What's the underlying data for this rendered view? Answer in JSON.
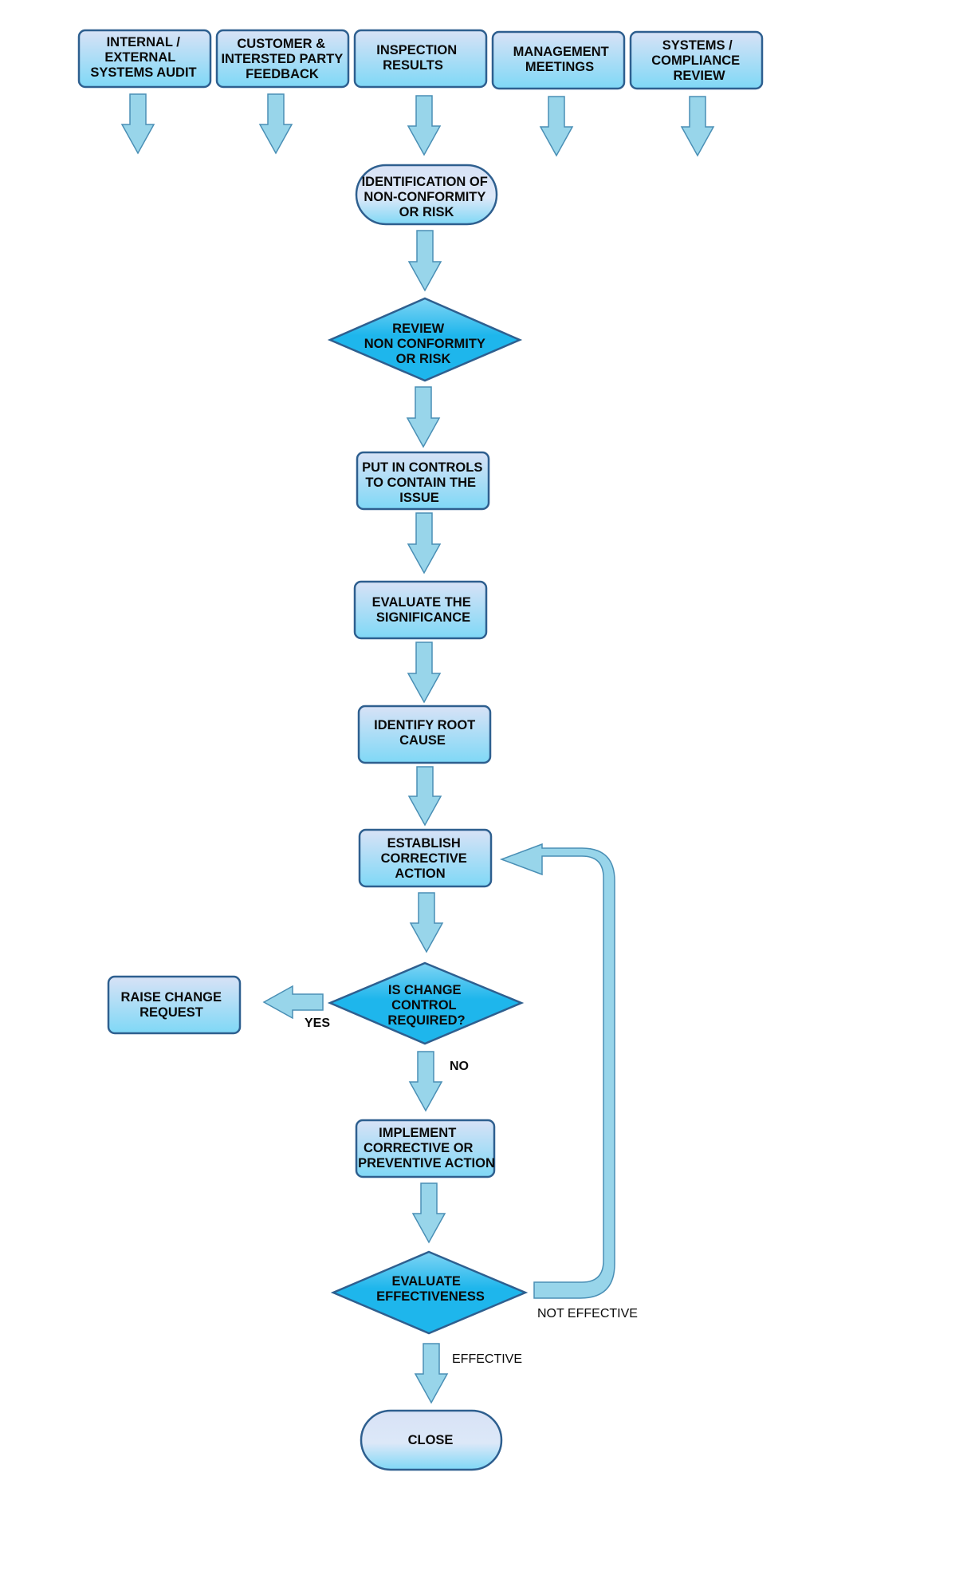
{
  "colors": {
    "node_fill_top": "#d8e2f6",
    "node_fill_bottom": "#7fd8f6",
    "node_stroke": "#2e5f8f",
    "decision_fill": "#1eb6ec",
    "decision_fill_light": "#7fd4f4",
    "arrow_fill": "#98d5ea",
    "arrow_stroke": "#4a8fb5",
    "text": "#0a0a0a"
  },
  "inputs": [
    {
      "lines": [
        "INTERNAL /",
        "EXTERNAL",
        "SYSTEMS AUDIT"
      ]
    },
    {
      "lines": [
        "CUSTOMER &",
        "INTERSTED PARTY",
        "FEEDBACK"
      ]
    },
    {
      "lines": [
        "INSPECTION",
        "RESULTS"
      ]
    },
    {
      "lines": [
        "MANAGEMENT",
        "MEETINGS"
      ]
    },
    {
      "lines": [
        "SYSTEMS /",
        "COMPLIANCE",
        "REVIEW"
      ]
    }
  ],
  "steps": {
    "identify": {
      "lines": [
        "IDENTIFICATION OF",
        "NON-CONFORMITY",
        "OR RISK"
      ]
    },
    "review": {
      "lines": [
        "REVIEW",
        "NON CONFORMITY",
        "OR RISK"
      ]
    },
    "controls": {
      "lines": [
        "PUT IN CONTROLS",
        "TO CONTAIN THE",
        "ISSUE"
      ]
    },
    "significance": {
      "lines": [
        "EVALUATE THE",
        "SIGNIFICANCE"
      ]
    },
    "root_cause": {
      "lines": [
        "IDENTIFY ROOT",
        "CAUSE"
      ]
    },
    "corrective": {
      "lines": [
        "ESTABLISH",
        "CORRECTIVE",
        "ACTION"
      ]
    },
    "change_control": {
      "lines": [
        "IS CHANGE",
        "CONTROL",
        "REQUIRED?"
      ]
    },
    "raise_change": {
      "lines": [
        "RAISE CHANGE",
        "REQUEST"
      ]
    },
    "implement": {
      "lines": [
        "IMPLEMENT",
        "CORRECTIVE OR",
        "PREVENTIVE ACTION"
      ]
    },
    "evaluate": {
      "lines": [
        "EVALUATE",
        "EFFECTIVENESS"
      ]
    },
    "close": {
      "lines": [
        "CLOSE"
      ]
    }
  },
  "edge_labels": {
    "yes": "YES",
    "no": "NO",
    "effective": "EFFECTIVE",
    "not_effective": "NOT EFFECTIVE"
  }
}
